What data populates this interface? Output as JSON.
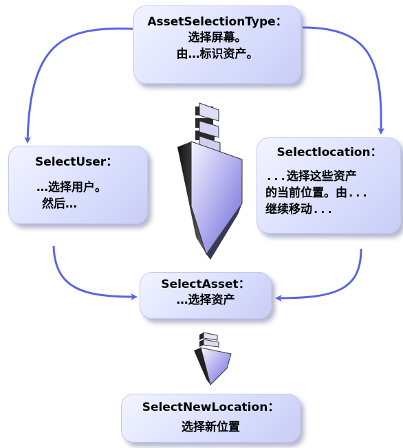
{
  "boxes": {
    "asset_selection_type": {
      "title": "AssetSelectionType：",
      "lines": [
        "选择屏幕。",
        "由…标识资产。"
      ]
    },
    "select_user": {
      "title": "SelectUser：",
      "lines": [
        "…选择用户。",
        " 然后…"
      ]
    },
    "select_location": {
      "title": "Selectlocation：",
      "lines": [
        "...选择这些资产",
        "的当前位置。由...",
        "继续移动..."
      ]
    },
    "select_asset": {
      "title": "SelectAsset：",
      "lines": [
        "…选择资产"
      ]
    },
    "select_new_location": {
      "title": "SelectNewLocation：",
      "lines": [
        "选择新位置"
      ]
    }
  },
  "colors": {
    "box_fill": "#dfe3ff",
    "arrow": "#5a63e6",
    "big_arrow_fill": "#8f8ce0",
    "big_arrow_edge": "#2a2a2a"
  },
  "icons": {
    "center_arrow": "big-down-arrow-icon",
    "bottom_arrow": "small-down-arrow-icon"
  }
}
